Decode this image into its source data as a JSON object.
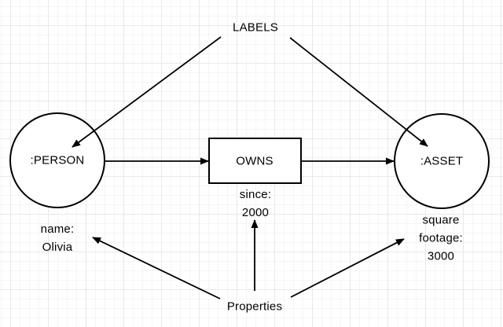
{
  "canvas": {
    "background": "#ffffff",
    "grid_minor_color": "#f5f5f5",
    "grid_major_color": "#e8e8e8",
    "stroke_color": "#000000"
  },
  "annotations": {
    "labels": "LABELS",
    "properties": "Properties"
  },
  "nodes": {
    "person": {
      "label": ":PERSON",
      "shape": "circle"
    },
    "owns": {
      "label": "OWNS",
      "shape": "rectangle"
    },
    "asset": {
      "label": ":ASSET",
      "shape": "circle"
    }
  },
  "properties": {
    "person": "name:\nOlivia",
    "owns": "since:\n2000",
    "asset": "square\nfootage:\n3000"
  }
}
